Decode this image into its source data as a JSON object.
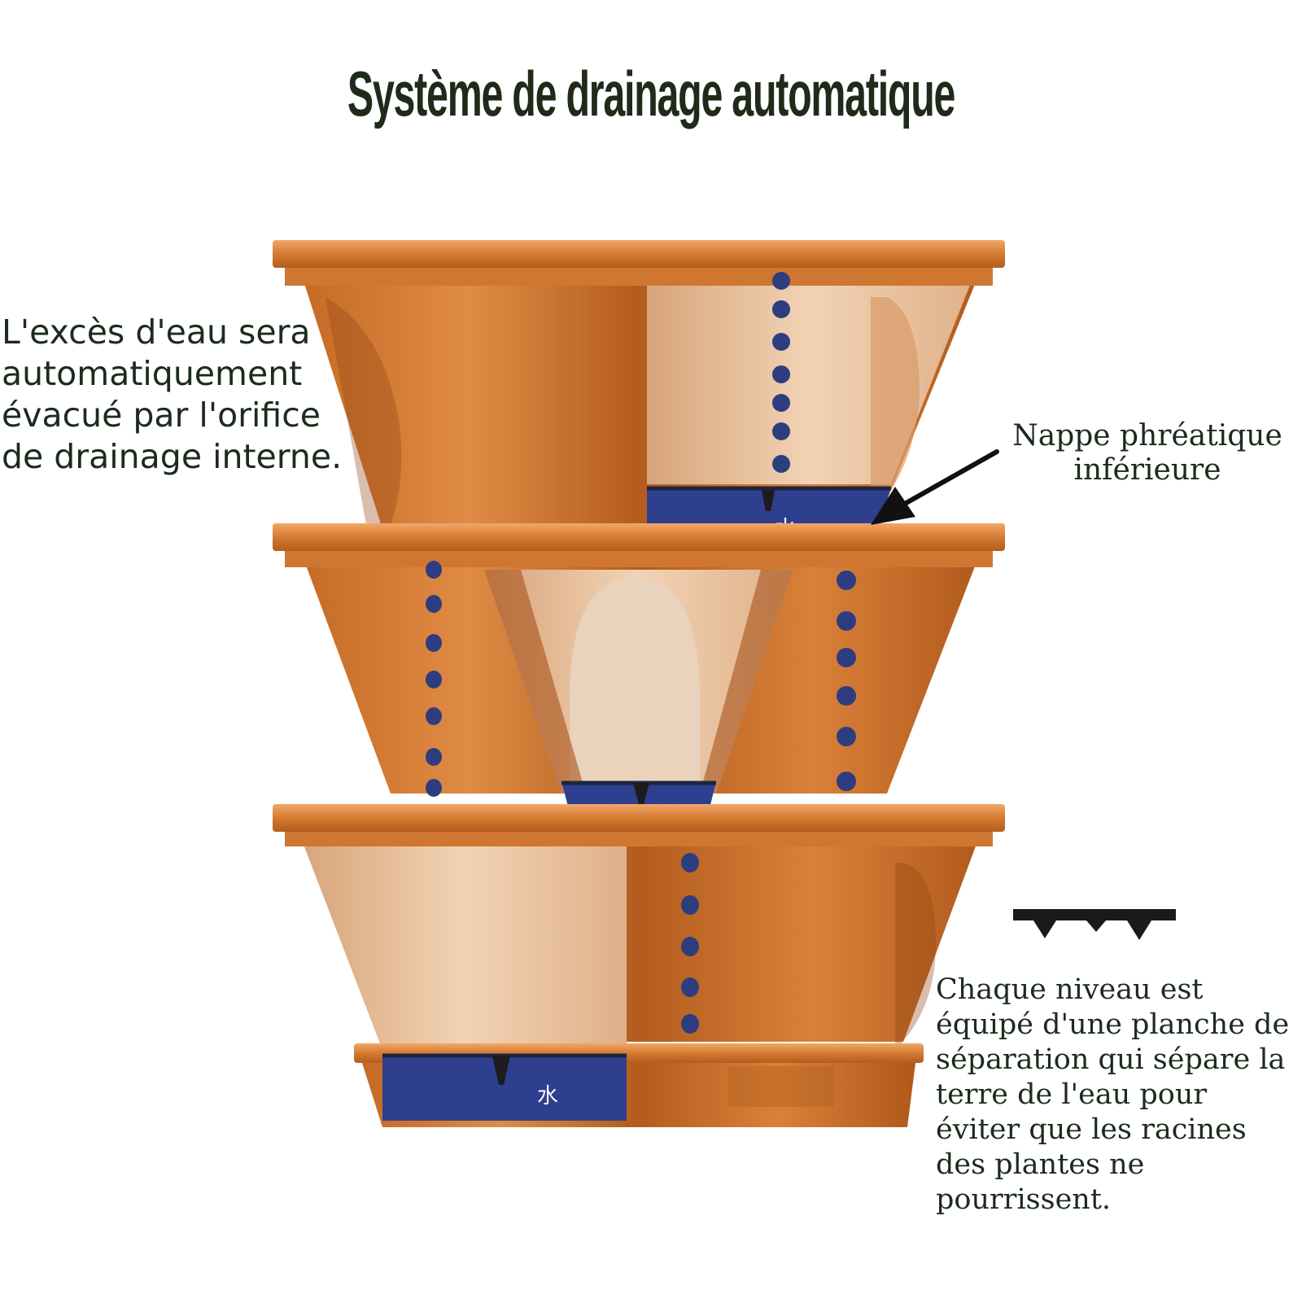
{
  "title": "Système de drainage automatique",
  "notes": {
    "left_lines": [
      "L'excès d'eau sera",
      "automatiquement",
      "évacué par l'orifice",
      "de drainage interne."
    ],
    "right_top_lines": [
      "Nappe phréatique",
      "inférieure"
    ],
    "right_bottom_lines": [
      "Chaque niveau est",
      "équipé d'une planche de",
      "séparation qui sépare la",
      "terre de l'eau pour",
      "éviter que les racines",
      "des plantes ne",
      "pourrissent."
    ]
  },
  "water_labels": [
    "水",
    "水"
  ],
  "colors": {
    "copper_dark": "#b5621f",
    "copper_mid": "#d27a33",
    "copper_light": "#f0a564",
    "interior_light": "#ecc9a6",
    "water_blue": "#2d3f8e",
    "drip_blue": "#2e3d80",
    "text_dark": "#1b2b1c"
  },
  "icons": [
    "arrow-icon",
    "separator-board-icon"
  ]
}
